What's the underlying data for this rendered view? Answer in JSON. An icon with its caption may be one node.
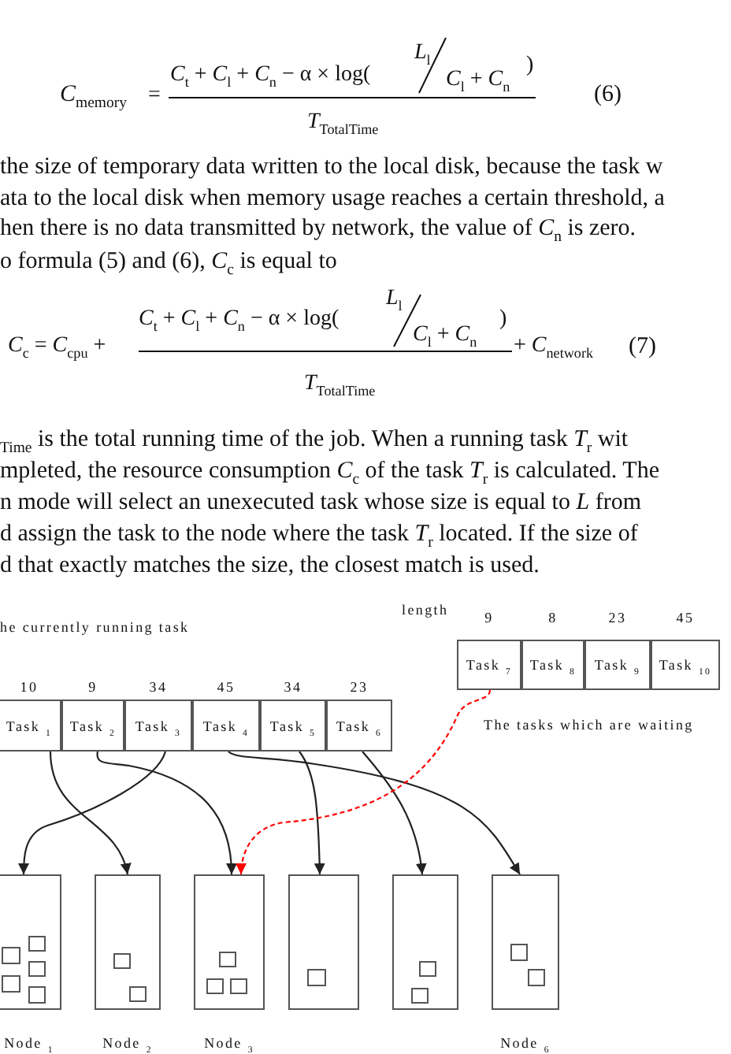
{
  "diagram": {
    "nodes": [
      {
        "text": [
          "Task $_{1}$"
        ],
        "beside": [
          "10"
        ]
      },
      {
        "text": [
          "Task $_{2}$"
        ],
        "beside": [
          "9"
        ]
      },
      {
        "text": [
          "Task $_{3}$"
        ],
        "beside": [
          "34"
        ]
      },
      {
        "text": [
          "Task $_{4}$"
        ],
        "beside": [
          "45"
        ]
      },
      {
        "text": [
          "Task $_{5}$"
        ],
        "beside": [
          "34"
        ]
      },
      {
        "text": [
          "Task $_{6}$"
        ],
        "beside": [
          "23"
        ]
      },
      {
        "text": [
          "Task $_{7}$"
        ],
        "beside": [
          "9"
        ]
      },
      {
        "text": [
          "Task $_{8}$"
        ],
        "beside": [
          "8"
        ]
      },
      {
        "text": [
          "Task $_{9}$"
        ],
        "beside": [
          "23"
        ]
      },
      {
        "text": [
          "Task $_{10}$"
        ],
        "beside": [
          "45"
        ]
      },
      {
        "text": [
          "Node $_{1}$"
        ]
      },
      {
        "text": [],
        "shape": "box",
        "in": 10
      },
      {
        "text": [],
        "shape": "box",
        "in": 10
      },
      {
        "text": [],
        "shape": "box",
        "in": 10
      },
      {
        "text": [],
        "shape": "box",
        "in": 10
      },
      {
        "text": [],
        "shape": "box",
        "in": 10
      },
      {
        "text": [
          "Node $_{2}$"
        ]
      },
      {
        "text": [],
        "shape": "box",
        "in": 16
      },
      {
        "text": [],
        "shape": "box",
        "in": 16
      },
      {
        "text": [
          "Node $_{3}$"
        ]
      },
      {
        "text": [],
        "shape": "box",
        "in": 19
      },
      {
        "text": [],
        "shape": "box",
        "in": 19
      },
      {
        "text": [],
        "shape": "box",
        "in": 19
      },
      {
        "text": [],
        "shape": "box"
      },
      {
        "text": [],
        "shape": "box",
        "in": 23
      },
      {
        "text": [],
        "shape": "box"
      },
      {
        "text": [],
        "shape": "box",
        "in": 25
      },
      {
        "text": [],
        "shape": "box",
        "in": 25
      },
      {
        "text": [
          "Node $_{6}$"
        ]
      },
      {
        "text": [],
        "shape": "box",
        "in": 28
      },
      {
        "text": [],
        "shape": "box",
        "in": 28
      }
    ],
    "edges": [
      {
        "from": 0,
        "to": 16,
        "arrow": "to"
      },
      {
        "from": 1,
        "to": 19,
        "arrow": "to"
      },
      {
        "from": 2,
        "to": 10,
        "arrow": "to"
      },
      {
        "from": 3,
        "to": 28,
        "arrow": "to"
      },
      {
        "from": 4,
        "to": 23,
        "arrow": "to"
      },
      {
        "from": 5,
        "to": 25,
        "arrow": "to"
      },
      {
        "from": 6,
        "to": 19,
        "arrow": "to",
        "style": "dashed",
        "color": "#ff0000"
      }
    ],
    "labels": [
      "*C*$_{memory}$",
      "=",
      "*L*$_{l}$",
      "*C*$_{t}$ + *C*$_{l}$ + *C*$_{n}$ − α × log(",
      "*C*$_{l}$ + *C*$_{n}$",
      ")",
      "(6)",
      "*T*$_{TotalTime}$",
      "the size of temporary data written to the local disk, because the task w",
      "ata to the local disk when memory usage reaches a certain threshold, a",
      "hen there is no data transmitted by network, the value of *C*$_{n}$ is zero.",
      "o formula (5) and (6), *C*$_{c}$ is equal to",
      "*L*$_{l}$",
      "*C*$_{t}$ + *C*$_{l}$ + *C*$_{n}$ − α × log(",
      "*C*$_{l}$ + *C*$_{n}$",
      ")",
      "*C*$_{c}$ = *C*$_{cpu}$ +",
      "+ *C*$_{network}$",
      "(7)",
      "*T*$_{TotalTime}$",
      "$_{Time}$ is the total running time of the job. When a running task *T*$_{r}$ wit",
      "mpleted, the resource consumption *C*$_{c}$ of the task *T*$_{r}$ is calculated. The",
      "n mode will select an unexecuted task whose size is equal to *L* from",
      "d assign the task to the node where the task *T*$_{r}$ located. If the size of",
      "d that exactly matches the size, the closest match is used.",
      "length",
      "he currently running task",
      "The tasks which are waiting"
    ]
  }
}
